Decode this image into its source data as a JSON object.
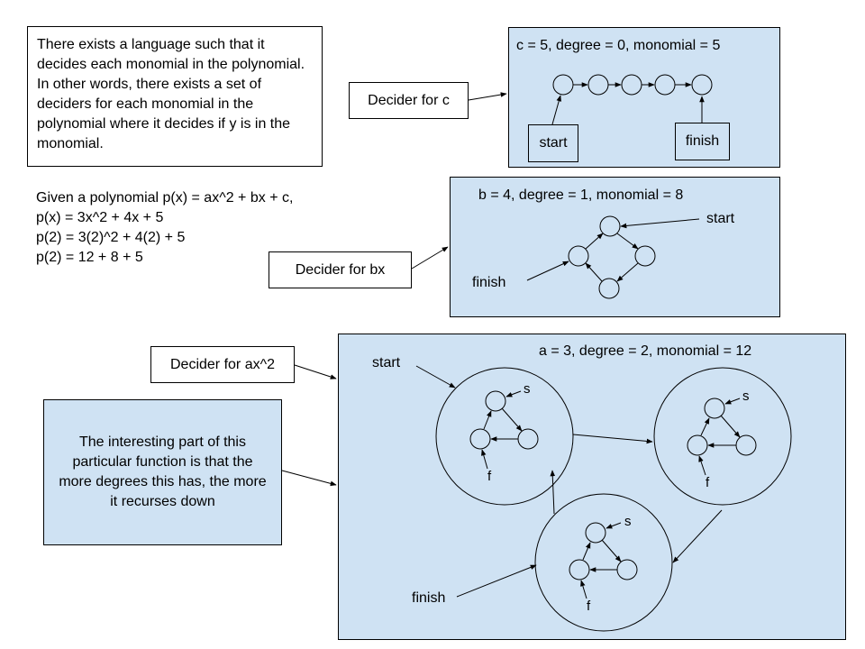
{
  "intro_note": "There exists a language such that it decides each monomial in the polynomial. In other words, there exists a set of deciders for each monomial in the polynomial where it decides if y is in the monomial.",
  "polynomial": {
    "line1": "Given a polynomial p(x) = ax^2 + bx + c,",
    "line2": "p(x) = 3x^2 + 4x + 5",
    "line3": "p(2) = 3(2)^2 + 4(2) + 5",
    "line4": "p(2) = 12 + 8 + 5"
  },
  "decider_c": {
    "label": "Decider for c",
    "header": "c =  5, degree = 0, monomial = 5",
    "start": "start",
    "finish": "finish"
  },
  "decider_bx": {
    "label": "Decider for bx",
    "header": "b = 4, degree = 1, monomial = 8",
    "start": "start",
    "finish": "finish"
  },
  "decider_ax2": {
    "label": "Decider for ax^2",
    "header": "a = 3, degree = 2, monomial = 12",
    "start": "start",
    "finish": "finish",
    "sub_start": "s",
    "sub_finish": "f"
  },
  "recursion_note": "The interesting part of this particular function is that the more degrees this has, the more it recurses down",
  "colors": {
    "panel_fill": "#cfe2f3",
    "stroke": "#000000"
  }
}
